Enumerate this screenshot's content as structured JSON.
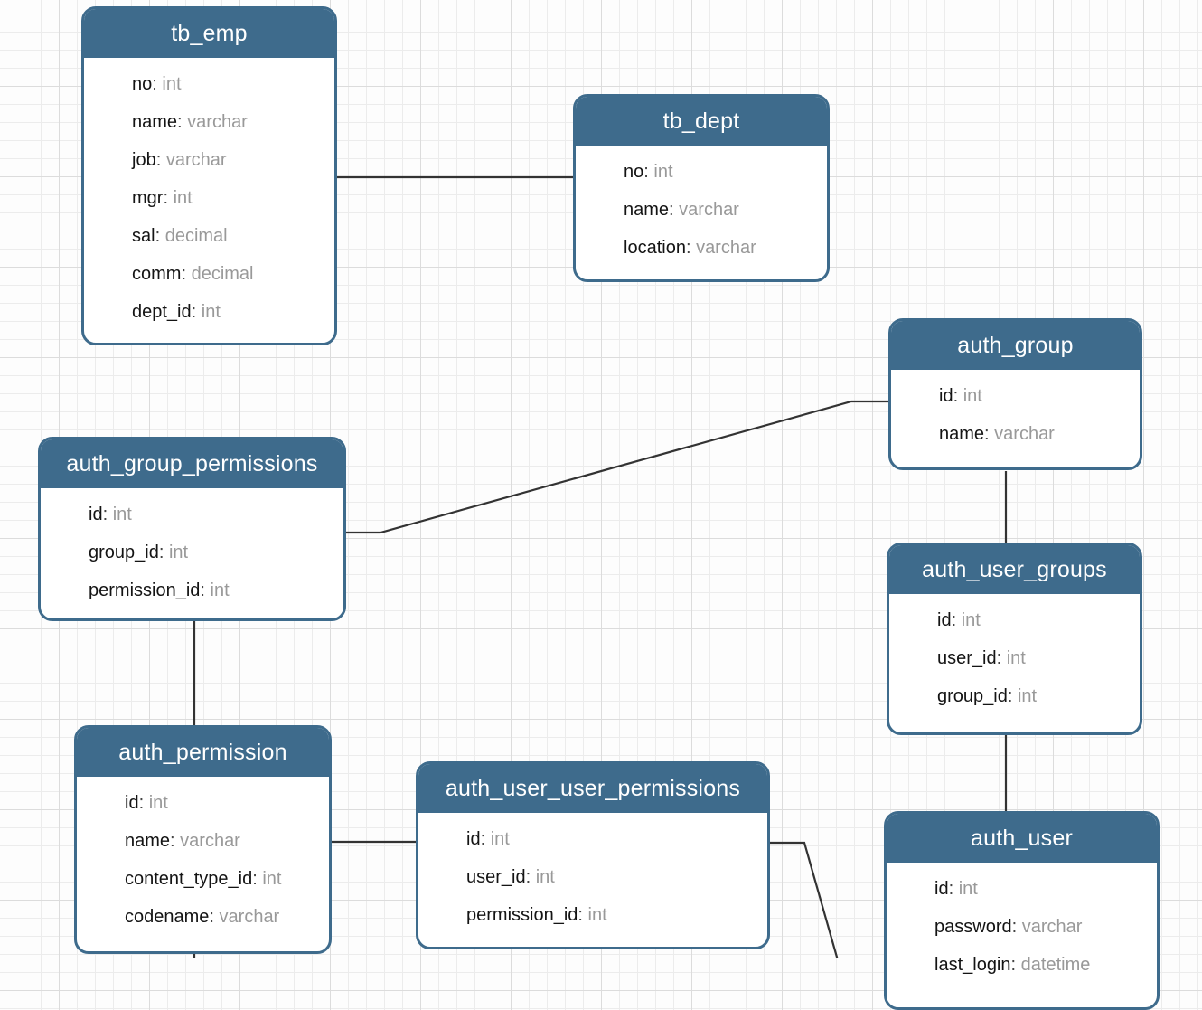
{
  "palette": {
    "header_bg": "#3e6b8c",
    "field_name_color": "#141414",
    "field_type_color": "#999999",
    "relationship_line_color": "#333333",
    "grid_minor": "#ececec",
    "grid_major": "#dcdcdc",
    "canvas_bg": "#fdfdfd"
  },
  "tables": [
    {
      "title": "tb_emp",
      "fields": [
        {
          "name": "no",
          "type": "int"
        },
        {
          "name": "name",
          "type": "varchar"
        },
        {
          "name": "job",
          "type": "varchar"
        },
        {
          "name": "mgr",
          "type": "int"
        },
        {
          "name": "sal",
          "type": "decimal"
        },
        {
          "name": "comm",
          "type": "decimal"
        },
        {
          "name": "dept_id",
          "type": "int"
        }
      ]
    },
    {
      "title": "tb_dept",
      "fields": [
        {
          "name": "no",
          "type": "int"
        },
        {
          "name": "name",
          "type": "varchar"
        },
        {
          "name": "location",
          "type": "varchar"
        }
      ]
    },
    {
      "title": "auth_group",
      "fields": [
        {
          "name": "id",
          "type": "int"
        },
        {
          "name": "name",
          "type": "varchar"
        }
      ]
    },
    {
      "title": "auth_group_permissions",
      "fields": [
        {
          "name": "id",
          "type": "int"
        },
        {
          "name": "group_id",
          "type": "int"
        },
        {
          "name": "permission_id",
          "type": "int"
        }
      ]
    },
    {
      "title": "auth_user_groups",
      "fields": [
        {
          "name": "id",
          "type": "int"
        },
        {
          "name": "user_id",
          "type": "int"
        },
        {
          "name": "group_id",
          "type": "int"
        }
      ]
    },
    {
      "title": "auth_permission",
      "fields": [
        {
          "name": "id",
          "type": "int"
        },
        {
          "name": "name",
          "type": "varchar"
        },
        {
          "name": "content_type_id",
          "type": "int"
        },
        {
          "name": "codename",
          "type": "varchar"
        }
      ]
    },
    {
      "title": "auth_user_user_permissions",
      "fields": [
        {
          "name": "id",
          "type": "int"
        },
        {
          "name": "user_id",
          "type": "int"
        },
        {
          "name": "permission_id",
          "type": "int"
        }
      ]
    },
    {
      "title": "auth_user",
      "fields": [
        {
          "name": "id",
          "type": "int"
        },
        {
          "name": "password",
          "type": "varchar"
        },
        {
          "name": "last_login",
          "type": "datetime"
        }
      ]
    }
  ],
  "relationships": [
    {
      "from": "tb_emp",
      "to": "tb_dept"
    },
    {
      "from": "auth_group_permissions",
      "to": "auth_group"
    },
    {
      "from": "auth_group",
      "to": "auth_user_groups"
    },
    {
      "from": "auth_group_permissions",
      "to": "auth_permission"
    },
    {
      "from": "auth_permission",
      "to": "auth_user_user_permissions"
    },
    {
      "from": "auth_user_user_permissions",
      "to": "auth_user"
    },
    {
      "from": "auth_user_groups",
      "to": "auth_user"
    },
    {
      "from": "auth_permission",
      "to": "offscreen-bottom"
    }
  ],
  "separator": ": "
}
